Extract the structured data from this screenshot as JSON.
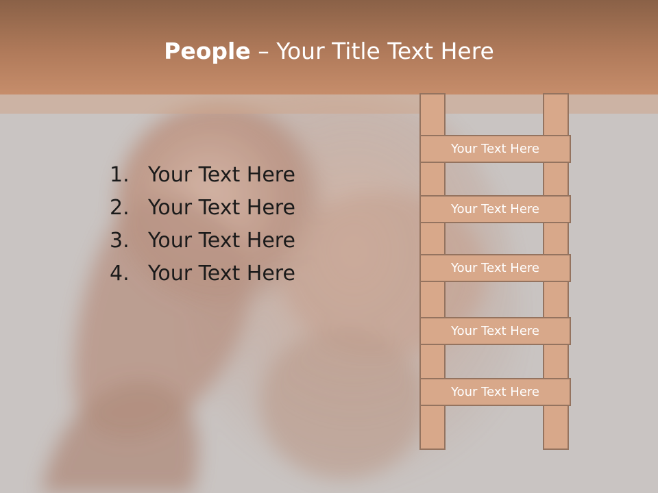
{
  "slide": {
    "title_bold": "People",
    "title_rest": " – Your Title Text Here"
  },
  "list": [
    {
      "number": "1.",
      "text": "Your Text Here"
    },
    {
      "number": "2.",
      "text": "Your Text Here"
    },
    {
      "number": "3.",
      "text": "Your Text Here"
    },
    {
      "number": "4.",
      "text": "Your Text Here"
    }
  ],
  "ladder": {
    "rungs": [
      "Your Text Here",
      "Your Text Here",
      "Your Text Here",
      "Your Text Here",
      "Your Text Here"
    ]
  },
  "colors": {
    "title_bar": "#b07a5a",
    "ladder_fill": "#d8a88a",
    "ladder_border": "#94735f",
    "background": "#c9c4c2"
  }
}
